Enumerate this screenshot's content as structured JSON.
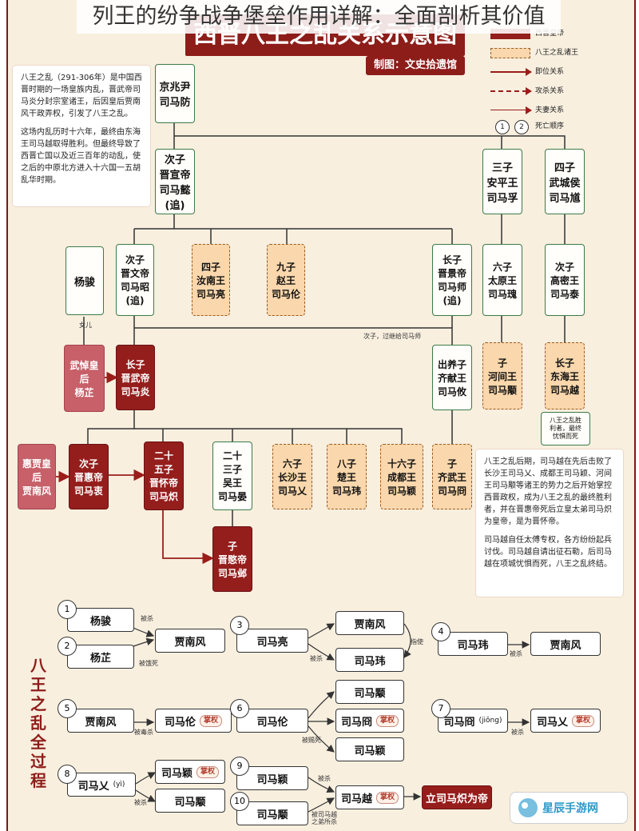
{
  "overlay_title": "列王的纷争战争堡垒作用详解：全面剖析其价值",
  "main_title": "西晋八王之乱关系示意图",
  "credit": "制图：文史拾遗馆",
  "legend": {
    "items": [
      {
        "label": "西晋皇帝",
        "type": "red"
      },
      {
        "label": "八王之乱诸王",
        "type": "dash"
      },
      {
        "label": "即位关系",
        "type": "solid-red"
      },
      {
        "label": "攻杀关系",
        "type": "dashed-red"
      },
      {
        "label": "夫妻关系",
        "type": "thin-red"
      }
    ],
    "death_nums": [
      "1",
      "2"
    ],
    "death_label": "死亡顺序"
  },
  "intro_note": {
    "paragraph1": "八王之乱（291-306年）是中国西晋时期的一场皇族内乱，晋武帝司马炎分封宗室诸王，后因皇后贾南风干政弄权，引发了八王之乱。",
    "paragraph2": "这场内乱历时十六年，最终由东海王司马越取得胜利。但最终导致了西晋亡国以及近三百年的动乱，使之后的中原北方进入十六国一五胡乱华时期。"
  },
  "summary_note": {
    "paragraph1": "八王之乱后期，司马越在先后击败了长沙王司马乂、成都王司马颖、河间王司马颙等诸王的势力之后开始掌控西晋政权，成为八王之乱的最终胜利者，并在晋惠帝死后立皇太弟司马炽为皇帝，是为晋怀帝。",
    "paragraph2": "司马越自任太傅专权，各方纷纷起兵讨伐。司马越自请出征石勒，后司马越在项城忧惧而死，八王之乱终结。"
  },
  "nodes": {
    "sima_fang": "京兆尹\n司马防",
    "sima_yi": "次子\n晋宣帝\n司马懿\n(追)",
    "sima_fu": "三子\n安平王\n司马孚",
    "sima_kui": "四子\n武城侯\n司马馗",
    "yang_jun": "杨骏",
    "sima_zhao": "次子\n晋文帝\n司马昭\n(追)",
    "sima_liang": "四子\n汝南王\n司马亮",
    "sima_lun": "九子\n赵王\n司马伦",
    "sima_shi": "长子\n晋景帝\n司马师\n(追)",
    "sima_gui": "六子\n太原王\n司马瑰",
    "sima_tai": "次子\n高密王\n司马泰",
    "yang_zhi": "武悼皇\n后\n杨芷",
    "sima_yan": "长子\n晋武帝\n司马炎",
    "sima_you": "出养子\n齐献王\n司马攸",
    "sima_yong": "子\n河间王\n司马颙",
    "sima_yue": "长子\n东海王\n司马越",
    "jia_nanfeng": "惠贾皇\n后\n贾南风",
    "sima_zhong": "次子\n晋惠帝\n司马衷",
    "sima_chi": "二十\n五子\n晋怀帝\n司马炽",
    "sima_yan2": "二十\n三子\n吴王\n司马晏",
    "sima_ai": "六子\n长沙王\n司马乂",
    "sima_wei": "八子\n楚王\n司马玮",
    "sima_ying": "十六子\n成都王\n司马颖",
    "sima_jiong": "子\n齐武王\n司马冏",
    "sima_ye": "子\n晋愍帝\n司马邺"
  },
  "small_labels": {
    "daughter": "女儿",
    "adopted": "次子，过继给司马师",
    "victor": "八王之乱胜\n利者，最终\n忧惧而死"
  },
  "flow": {
    "title": "八\n王\n之\n乱\n全\n过\n程",
    "steps": [
      {
        "n": "1",
        "a": "杨骏",
        "note": "被杀"
      },
      {
        "n": "2",
        "a": "杨芷",
        "note": "被饿死"
      },
      {
        "n": "",
        "a": "贾南风"
      },
      {
        "n": "3",
        "a": "司马亮",
        "note": "被杀"
      },
      {
        "n": "",
        "a": "贾南风",
        "b": "司马玮",
        "note": "指使"
      },
      {
        "n": "4",
        "a": "司马玮",
        "b": "贾南风",
        "note": "被杀"
      },
      {
        "n": "5",
        "a": "贾南风",
        "b": "司马伦",
        "tag": "掌权",
        "note": "被毒杀"
      },
      {
        "n": "6",
        "a": "司马伦",
        "b1": "司马颙",
        "b2": "司马冏",
        "b3": "司马颖",
        "tag": "掌权",
        "note": "被赐死"
      },
      {
        "n": "7",
        "a": "司马冏",
        "pinyin": "(jiǒng)",
        "b": "司马乂",
        "tag": "掌权",
        "note": "被杀"
      },
      {
        "n": "8",
        "a": "司马乂",
        "pinyin": "(yì)",
        "b1": "司马颖",
        "b2": "司马颙",
        "tag": "掌权",
        "note": "被杀"
      },
      {
        "n": "9",
        "a": "司马颖",
        "note": "被杀"
      },
      {
        "n": "10",
        "a": "司马颙",
        "note": "被司马越\n之弟所杀"
      },
      {
        "n": "",
        "a": "司马越",
        "tag": "掌权",
        "result": "立司马炽为帝"
      }
    ]
  },
  "watermark": "星辰手游网"
}
